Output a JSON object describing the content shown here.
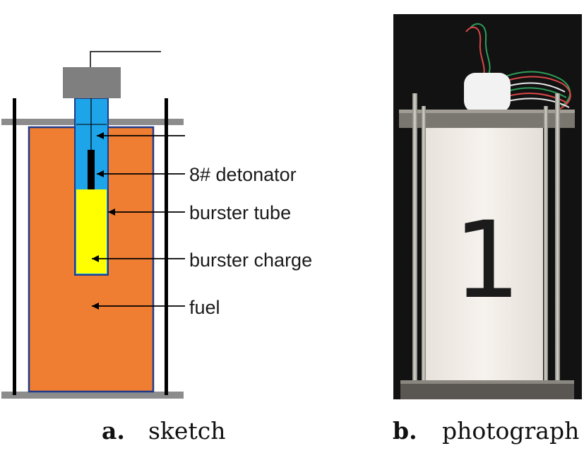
{
  "sketch": {
    "labels": {
      "detonator": "8# detonator",
      "burster_tube": "burster tube",
      "burster_charge": "burster charge",
      "fuel": "fuel"
    },
    "colors": {
      "fuel": "#ef7d32",
      "burster_charge": "#ffff00",
      "burster_tube": "#1ea4e8",
      "detonator": "#000000",
      "cap": "#7f7f7f",
      "outline": "#1f3a8a"
    }
  },
  "photo": {
    "container_number": "1"
  },
  "captions": {
    "a_letter": "a.",
    "a_text": "sketch",
    "b_letter": "b.",
    "b_text": "photograph"
  }
}
